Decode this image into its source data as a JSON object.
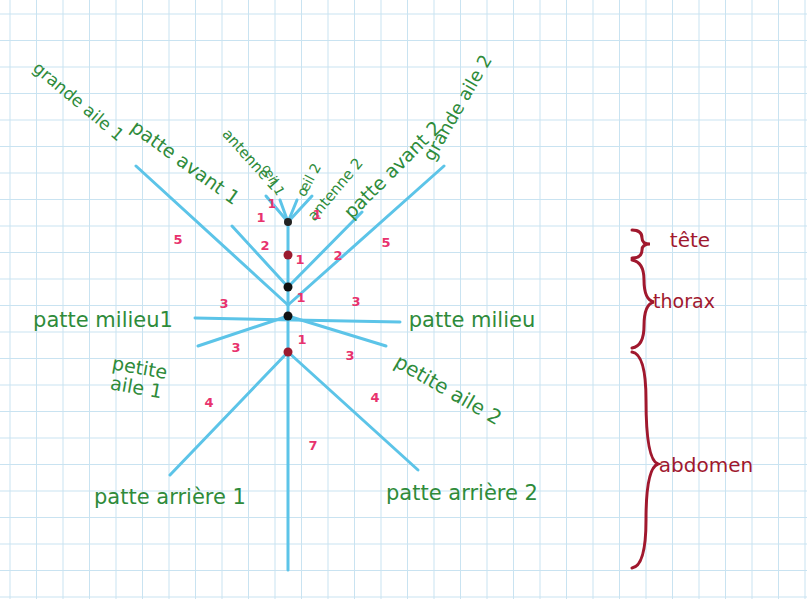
{
  "diagram": {
    "labels": [
      "grande aile 1",
      "patte avant 1",
      "antenne 1",
      "œil 1",
      "œil 2",
      "antenne 2",
      "patte avant 2",
      "grande aile 2",
      "patte milieu1",
      "patte milieu",
      "petite aile 1",
      "petite aile 2",
      "patte arrière 1",
      "patte arrière 2",
      "1",
      "1",
      "1",
      "2",
      "1",
      "2",
      "5",
      "5",
      "1",
      "3",
      "3",
      "3",
      "1",
      "3",
      "4",
      "4",
      "7",
      "tête",
      "thorax",
      "abdomen"
    ]
  }
}
